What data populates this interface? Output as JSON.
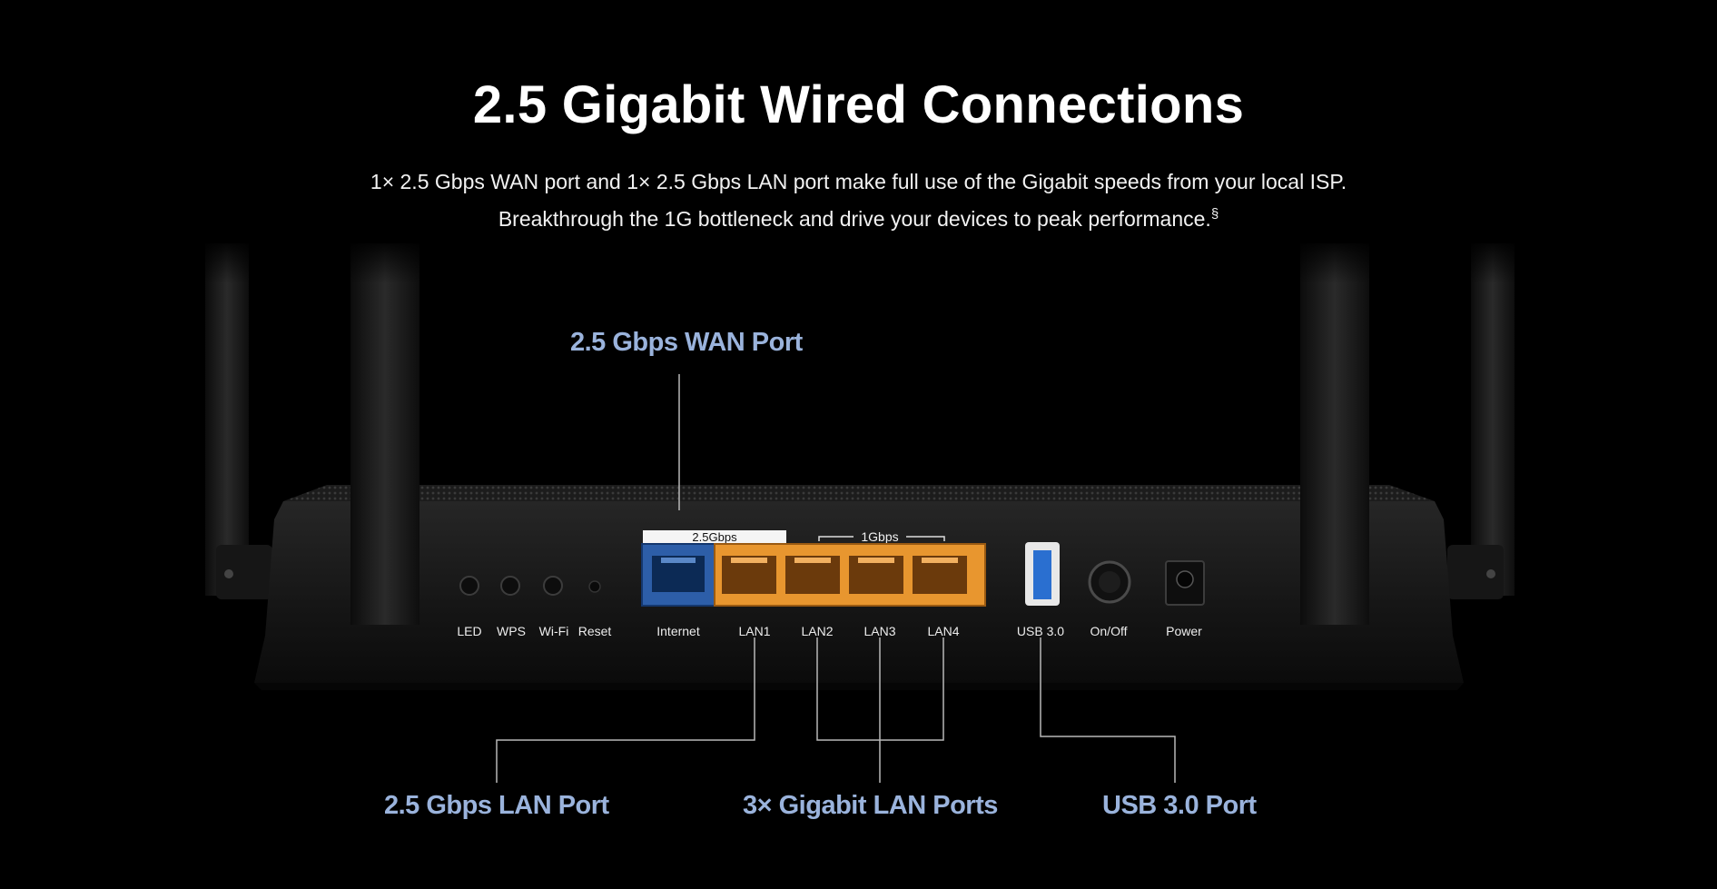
{
  "header": {
    "title": "2.5 Gigabit Wired Connections",
    "line1": "1× 2.5 Gbps WAN port and 1× 2.5 Gbps LAN port make full use of the Gigabit speeds from your local ISP.",
    "line2": "Breakthrough the 1G bottleneck and drive your devices to peak performance.",
    "footnote_mark": "§"
  },
  "callouts": {
    "wan": "2.5 Gbps WAN Port",
    "lan25": "2.5 Gbps LAN Port",
    "gigabit_lan": "3× Gigabit LAN Ports",
    "usb": "USB 3.0 Port"
  },
  "router": {
    "wan_speed_label": "2.5Gbps",
    "lan_speed_label": "1Gbps",
    "ports": {
      "led": "LED",
      "wps": "WPS",
      "wifi": "Wi-Fi",
      "reset": "Reset",
      "internet": "Internet",
      "lan1": "LAN1",
      "lan2": "LAN2",
      "lan3": "LAN3",
      "lan4": "LAN4",
      "usb": "USB 3.0",
      "onoff": "On/Off",
      "power": "Power"
    }
  },
  "colors": {
    "callout": "#9ab3dc",
    "wan_port": "#2d5ea8",
    "lan_port": "#e8962f",
    "body": "#1a1a1a"
  }
}
